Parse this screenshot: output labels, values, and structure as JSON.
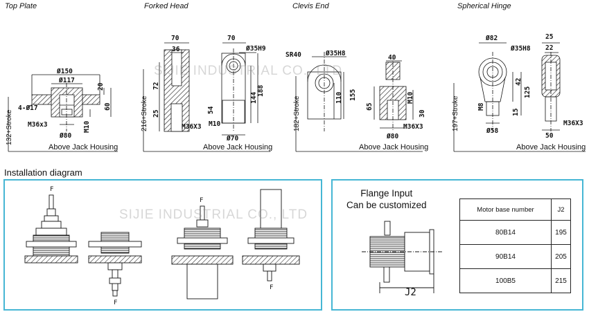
{
  "titles": {
    "top_plate": "Top Plate",
    "forked_head": "Forked Head",
    "clevis_end": "Clevis End",
    "spherical_hinge": "Spherical Hinge"
  },
  "top_plate": {
    "d150": "Ø150",
    "d117": "Ø117",
    "n20": "20",
    "n60": "60",
    "holes": "4-Ø17",
    "thread": "M36x3",
    "m10": "M10",
    "d80": "Ø80",
    "height": "132+Stroke",
    "note": "Above Jack Housing"
  },
  "forked_head": {
    "w70a": "70",
    "w36": "36",
    "n72": "72",
    "n25": "25",
    "thread": "M36X3",
    "height": "216+Stroke",
    "w70b": "70",
    "d35": "Ø35H9",
    "n188": "188",
    "n144": "144",
    "n54": "54",
    "m10": "M10",
    "d70": "Ø70",
    "note": "Above Jack Housing"
  },
  "clevis_end": {
    "sr40": "SR40",
    "d35": "Ø35H8",
    "n110": "110",
    "n155": "155",
    "height": "182+Stroke",
    "n40": "40",
    "m10": "M10",
    "n65": "65",
    "n30": "30",
    "thread": "M36X3",
    "d80": "Ø80",
    "note": "Above Jack Housing"
  },
  "spherical_hinge": {
    "d82": "Ø82",
    "d35": "Ø35H8",
    "n42": "42",
    "n125": "125",
    "m8": "M8",
    "n15": "15",
    "d58": "Ø58",
    "height": "197+Stroke",
    "w25": "25",
    "w22": "22",
    "n50": "50",
    "thread": "M36X3",
    "note": "Above Jack Housing"
  },
  "installation": {
    "heading": "Installation diagram",
    "force": "F",
    "flange_line1": "Flange Input",
    "flange_line2": "Can be customized",
    "j2_label": "J2",
    "table": {
      "headers": [
        "Motor base number",
        "J2"
      ],
      "rows": [
        [
          "80B14",
          "195"
        ],
        [
          "90B14",
          "205"
        ],
        [
          "100B5",
          "215"
        ]
      ]
    }
  },
  "watermark": "SIJIE INDUSTRIAL CO., LTD"
}
